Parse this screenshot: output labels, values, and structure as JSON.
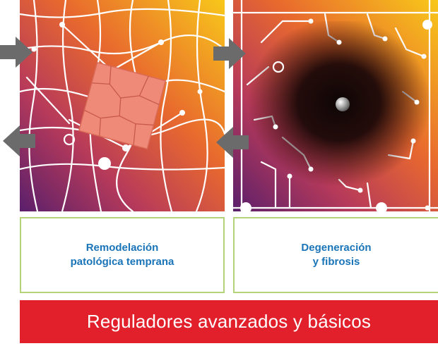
{
  "panels": [
    {
      "id": "early-remodeling",
      "label": "Remodelación\npatológica temprana"
    },
    {
      "id": "degeneration-fibrosis",
      "label": "Degeneración\ny fibrosis"
    }
  ],
  "banner": {
    "text": "Reguladores avanzados y básicos"
  },
  "colors": {
    "banner": "#e1202b",
    "box_border": "#b5d47a",
    "label_text": "#1a74b8",
    "arrow": "#6b6b6b",
    "cell": "#f08a78"
  }
}
